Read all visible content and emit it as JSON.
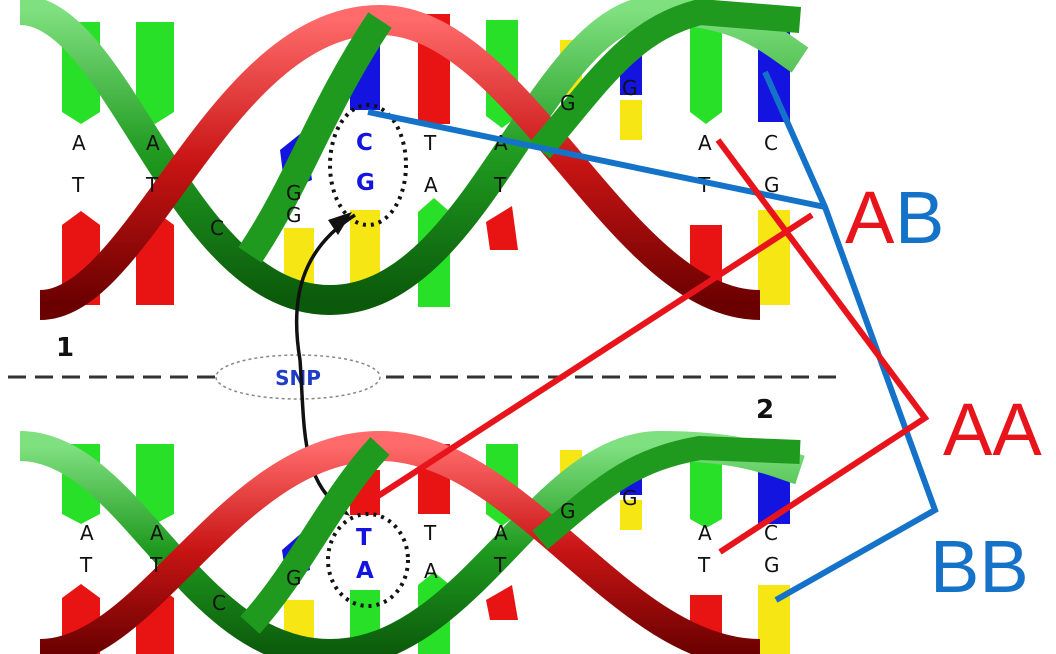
{
  "strand1": {
    "number": "1",
    "top_bases": [
      "A",
      "A",
      "",
      "C",
      "T",
      "A",
      "G",
      "G",
      "A",
      "C"
    ],
    "bottom_bases": [
      "T",
      "T",
      "C",
      "G",
      "G",
      "A",
      "T",
      "",
      "T",
      "G"
    ]
  },
  "strand2": {
    "number": "2",
    "top_bases": [
      "A",
      "A",
      "",
      "T",
      "T",
      "A",
      "G",
      "G",
      "A",
      "C"
    ],
    "bottom_bases": [
      "T",
      "T",
      "C",
      "G",
      "A",
      "A",
      "T",
      "",
      "T",
      "G"
    ]
  },
  "snp_label": "SNP",
  "genotypes": {
    "ab": {
      "a": "A",
      "b": "B"
    },
    "aa": "AA",
    "bb": "BB"
  },
  "colors": {
    "red": "#e8141b",
    "blue": "#1473c8",
    "green_strand": "#2d9a2d",
    "red_strand": "#c81414"
  }
}
